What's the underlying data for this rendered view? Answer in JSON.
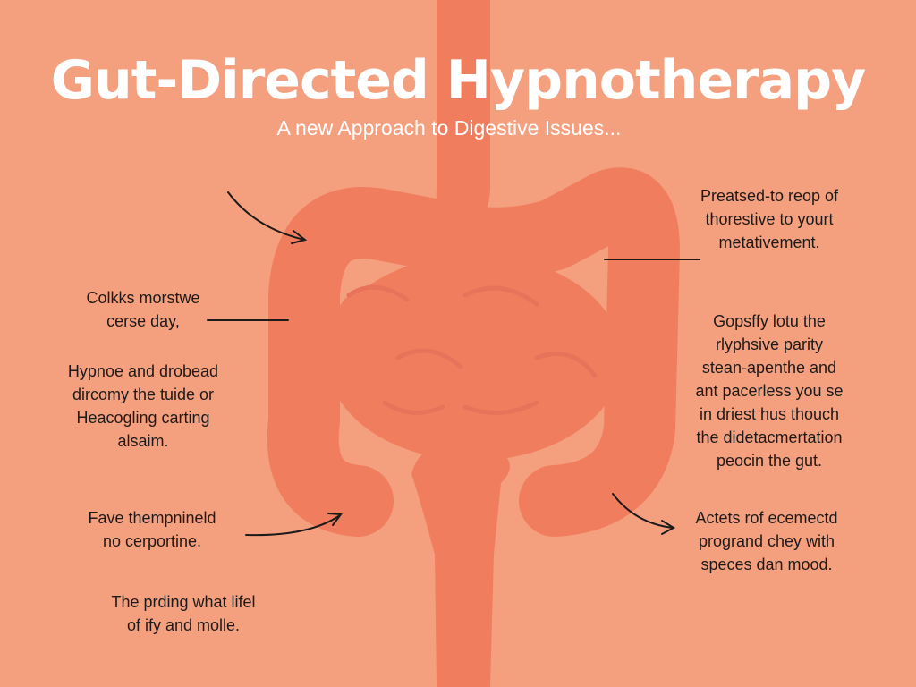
{
  "title": "Gut-Directed Hypnotherapy",
  "subtitle": "A new Approach to Digestive Issues...",
  "colors": {
    "background": "#f4a07f",
    "organ": "#f07e5e",
    "organ_shadow": "#e8735a",
    "text": "#1f1a1a",
    "heading": "#ffffff"
  },
  "left_notes": [
    {
      "lines": [
        "Colkks morstwe",
        "cerse day,"
      ]
    },
    {
      "lines": [
        "Hypnoe and drobead",
        "dircomy the tuide or",
        "Heacogling carting",
        "alsaim."
      ]
    },
    {
      "lines": [
        "Fave thempnineld",
        "no cerportine."
      ]
    },
    {
      "lines": [
        "The prding what lifel",
        "of ify and molle."
      ]
    }
  ],
  "right_notes": [
    {
      "lines": [
        "Preatsed-to reop of",
        "thorestive to yourt",
        "metativement."
      ]
    },
    {
      "lines": [
        "Gopsffy lotu the",
        "rlyphsive parity",
        "stean-apenthe and",
        "ant pacerless you se",
        "in driest hus thouch",
        "the didetacmertation",
        "peocin the gut."
      ]
    },
    {
      "lines": [
        "Actets rof ecemectd",
        "progrand chey with",
        "speces dan mood."
      ]
    }
  ]
}
